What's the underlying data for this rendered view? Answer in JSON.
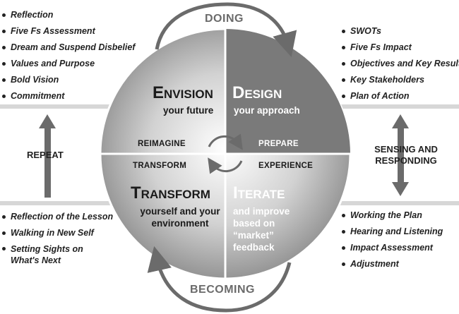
{
  "lists": {
    "top_left": [
      "Reflection",
      "Five Fs Assessment",
      "Dream and Suspend Disbelief",
      "Values and Purpose",
      "Bold Vision",
      "Commitment"
    ],
    "top_right": [
      "SWOTs",
      "Five Fs Impact",
      "Objectives and Key Results",
      "Key Stakeholders",
      "Plan of Action"
    ],
    "bottom_left": [
      "Reflection of the Lesson",
      "Walking in New Self",
      "Setting Sights on What's Next"
    ],
    "bottom_right": [
      "Working the Plan",
      "Hearing and Listening",
      "Impact Assessment",
      "Adjustment"
    ]
  },
  "side": {
    "repeat": "REPEAT",
    "sensing": "SENSING AND RESPONDING"
  },
  "arcs": {
    "top": "DOING",
    "bottom": "BECOMING"
  },
  "quadrants": {
    "envision": {
      "title_initial": "E",
      "title_rest": "NVISION",
      "sub": "your future"
    },
    "design": {
      "title_initial": "D",
      "title_rest": "ESIGN",
      "sub": "your approach"
    },
    "transform": {
      "title_initial": "T",
      "title_rest": "RANSFORM",
      "sub": "yourself and your environment"
    },
    "iterate": {
      "title_initial": "I",
      "title_rest": "TERATE",
      "sub": "and improve based on “market” feedback"
    }
  },
  "inner": {
    "reimagine": "REIMAGINE",
    "prepare": "PREPARE",
    "transform": "TRANSFORM",
    "experience": "EXPERIENCE"
  },
  "colors": {
    "design_quadrant": "#7a7a7a",
    "circle_light": "#e4e4e4",
    "circle_dark": "#8f8f8f",
    "arrow_gray": "#6b6b6b",
    "band_gray": "#d7d7d7"
  }
}
